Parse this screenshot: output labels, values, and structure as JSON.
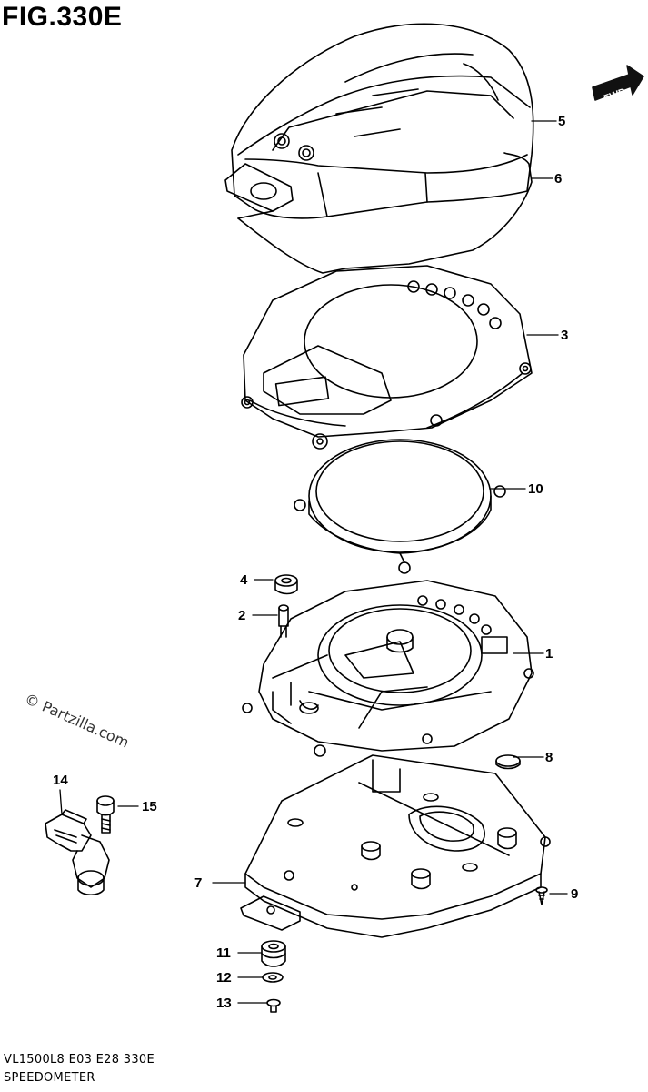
{
  "header": {
    "figure_label": "FIG.330E"
  },
  "fwd_badge": {
    "label": "FWD"
  },
  "watermark": {
    "text": "© Partzilla.com"
  },
  "callouts": {
    "c5": "5",
    "c6": "6",
    "c3": "3",
    "c10": "10",
    "c4": "4",
    "c2": "2",
    "c1": "1",
    "c8": "8",
    "c14": "14",
    "c15": "15",
    "c7": "7",
    "c9": "9",
    "c11": "11",
    "c12": "12",
    "c13": "13"
  },
  "footer": {
    "model_code": "VL1500L8  E03  E28  330E",
    "section_name": "SPEEDOMETER"
  }
}
